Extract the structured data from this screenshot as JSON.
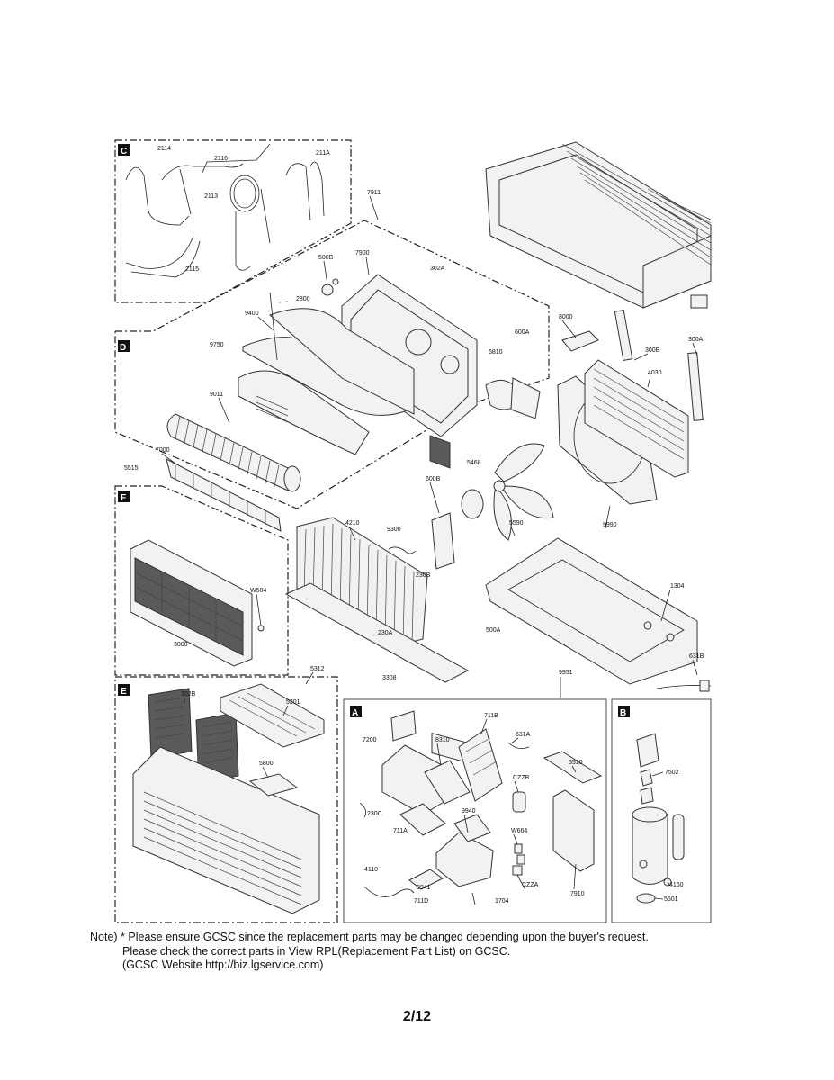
{
  "sections": {
    "C": {
      "tag": "C",
      "parts": [
        "2114",
        "2116",
        "211A",
        "2113",
        "2115"
      ]
    },
    "D": {
      "tag": "D",
      "parts": [
        "7911",
        "500B",
        "7900",
        "302A",
        "2800",
        "9400",
        "9750",
        "9011",
        "600A",
        "6810"
      ]
    },
    "F": {
      "tag": "F",
      "parts": [
        "7000",
        "5515",
        "W504",
        "3000"
      ]
    },
    "E": {
      "tag": "E",
      "parts": [
        "302B",
        "5301",
        "5800",
        "5312"
      ]
    },
    "A": {
      "tag": "A",
      "parts": [
        "711B",
        "7200",
        "8310",
        "631A",
        "230C",
        "CZZB",
        "711A",
        "9940",
        "W664",
        "4110",
        "9941",
        "CZZA",
        "711D",
        "1704"
      ]
    },
    "B": {
      "tag": "B",
      "parts": [
        "7502",
        "4160",
        "5501"
      ]
    },
    "main": {
      "parts": [
        "8000",
        "300B",
        "300A",
        "4030",
        "5468",
        "600B",
        "5590",
        "9990",
        "4210",
        "9300",
        "230B",
        "1304",
        "230A",
        "500A",
        "631B",
        "3308",
        "9951",
        "5510",
        "7910"
      ]
    }
  },
  "note": {
    "line1": "Note) * Please ensure GCSC since the replacement parts may be changed depending upon the buyer's request.",
    "line2": "Please check  the correct parts in View RPL(Replacement Part List) on GCSC.",
    "line3": "(GCSC Website  http://biz.lgservice.com)"
  },
  "page_number": "2/12"
}
